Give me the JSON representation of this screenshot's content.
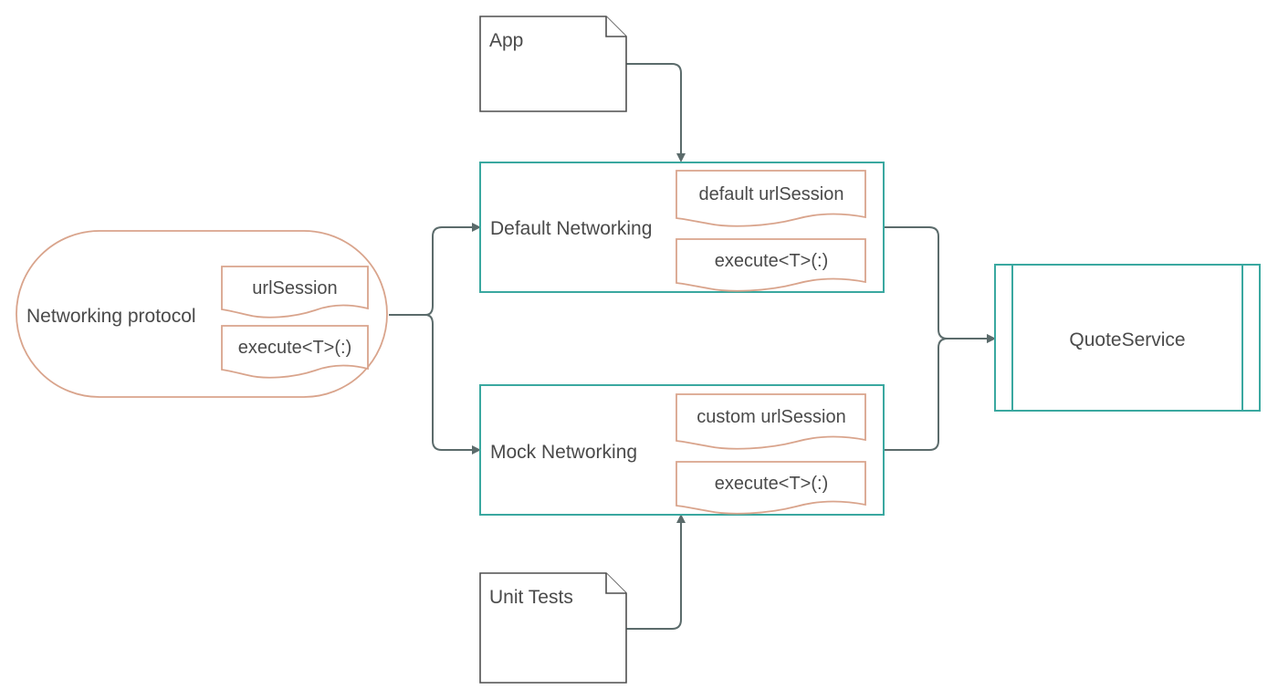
{
  "colors": {
    "connector": "#5b6b6b",
    "component_border": "#3aa8a0",
    "member_border": "#d9a48c",
    "note_border": "#4f4f4f",
    "text": "#4a4a4a"
  },
  "nodes": {
    "app": {
      "label": "App"
    },
    "unit_tests": {
      "label": "Unit Tests"
    },
    "networking_protocol": {
      "label": "Networking protocol",
      "members": [
        "urlSession",
        "execute<T>(:)"
      ]
    },
    "default_networking": {
      "label": "Default Networking",
      "members": [
        "default urlSession",
        "execute<T>(:)"
      ]
    },
    "mock_networking": {
      "label": "Mock Networking",
      "members": [
        "custom urlSession",
        "execute<T>(:)"
      ]
    },
    "quote_service": {
      "label": "QuoteService"
    }
  },
  "edges": [
    {
      "from": "App",
      "to": "Default Networking"
    },
    {
      "from": "Unit Tests",
      "to": "Mock Networking"
    },
    {
      "from": "Networking protocol",
      "to": "Default Networking"
    },
    {
      "from": "Networking protocol",
      "to": "Mock Networking"
    },
    {
      "from": "Default Networking",
      "to": "QuoteService"
    },
    {
      "from": "Mock Networking",
      "to": "QuoteService"
    }
  ]
}
